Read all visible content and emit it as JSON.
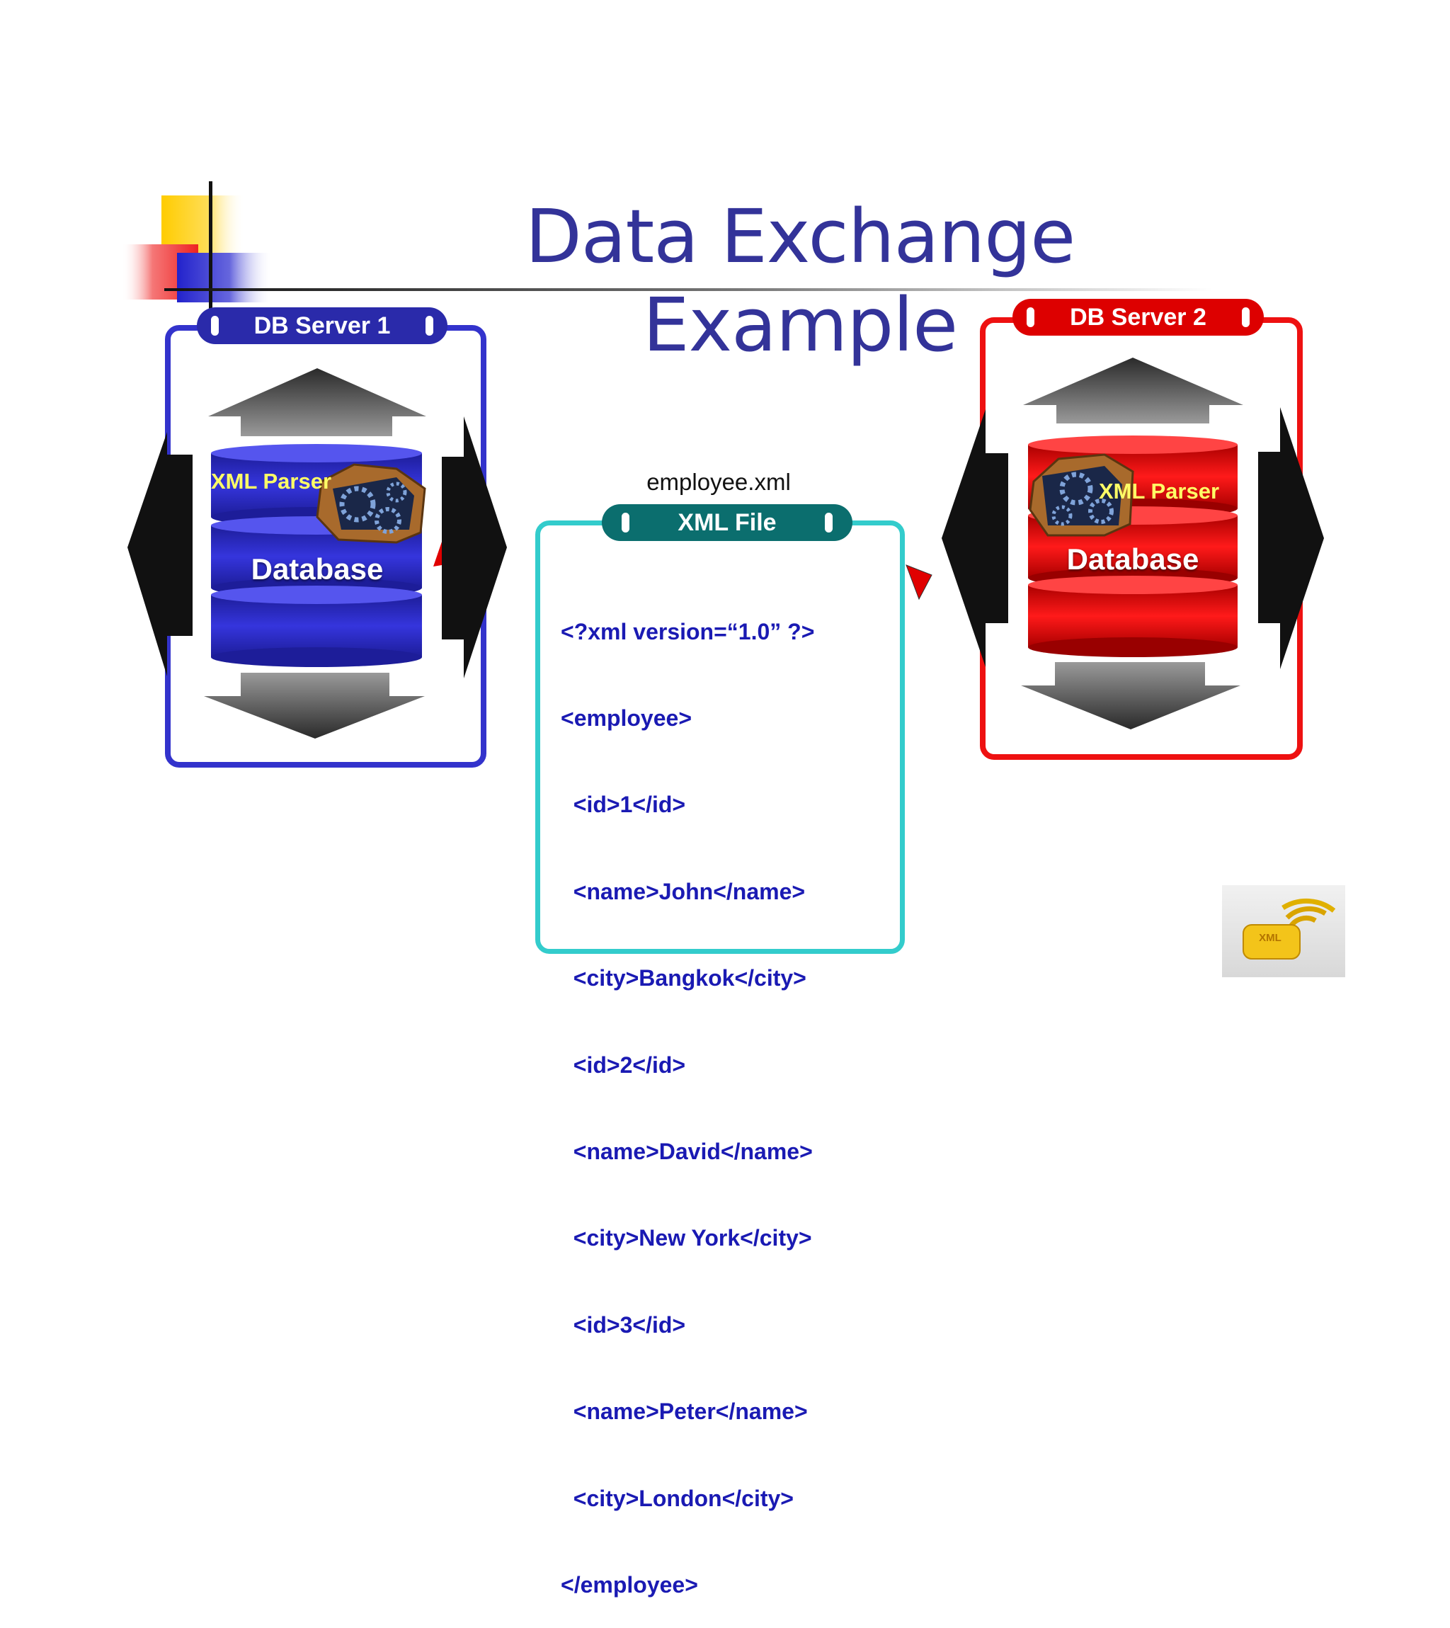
{
  "slide": {
    "title": "Data Exchange Example"
  },
  "server1": {
    "label": "DB Server 1",
    "parser_label": "XML Parser",
    "db_label": "Database",
    "color": "#3333cc"
  },
  "server2": {
    "label": "DB Server 2",
    "parser_label": "XML Parser",
    "db_label": "Database",
    "color": "#ee1111"
  },
  "xml_file": {
    "filename": "employee.xml",
    "label": "XML File",
    "color": "#33cccc",
    "header_color": "#0b6e6e",
    "lines": [
      "<?xml version=“1.0” ?>",
      "<employee>",
      "  <id>1</id>",
      "  <name>John</name>",
      "  <city>Bangkok</city>",
      "  <id>2</id>",
      "  <name>David</name>",
      "  <city>New York</city>",
      "  <id>3</id>",
      "  <name>Peter</name>",
      "  <city>London</city>",
      "</employee>"
    ]
  },
  "logo": {
    "text": "XML",
    "icon": "xml-wireless-icon"
  }
}
